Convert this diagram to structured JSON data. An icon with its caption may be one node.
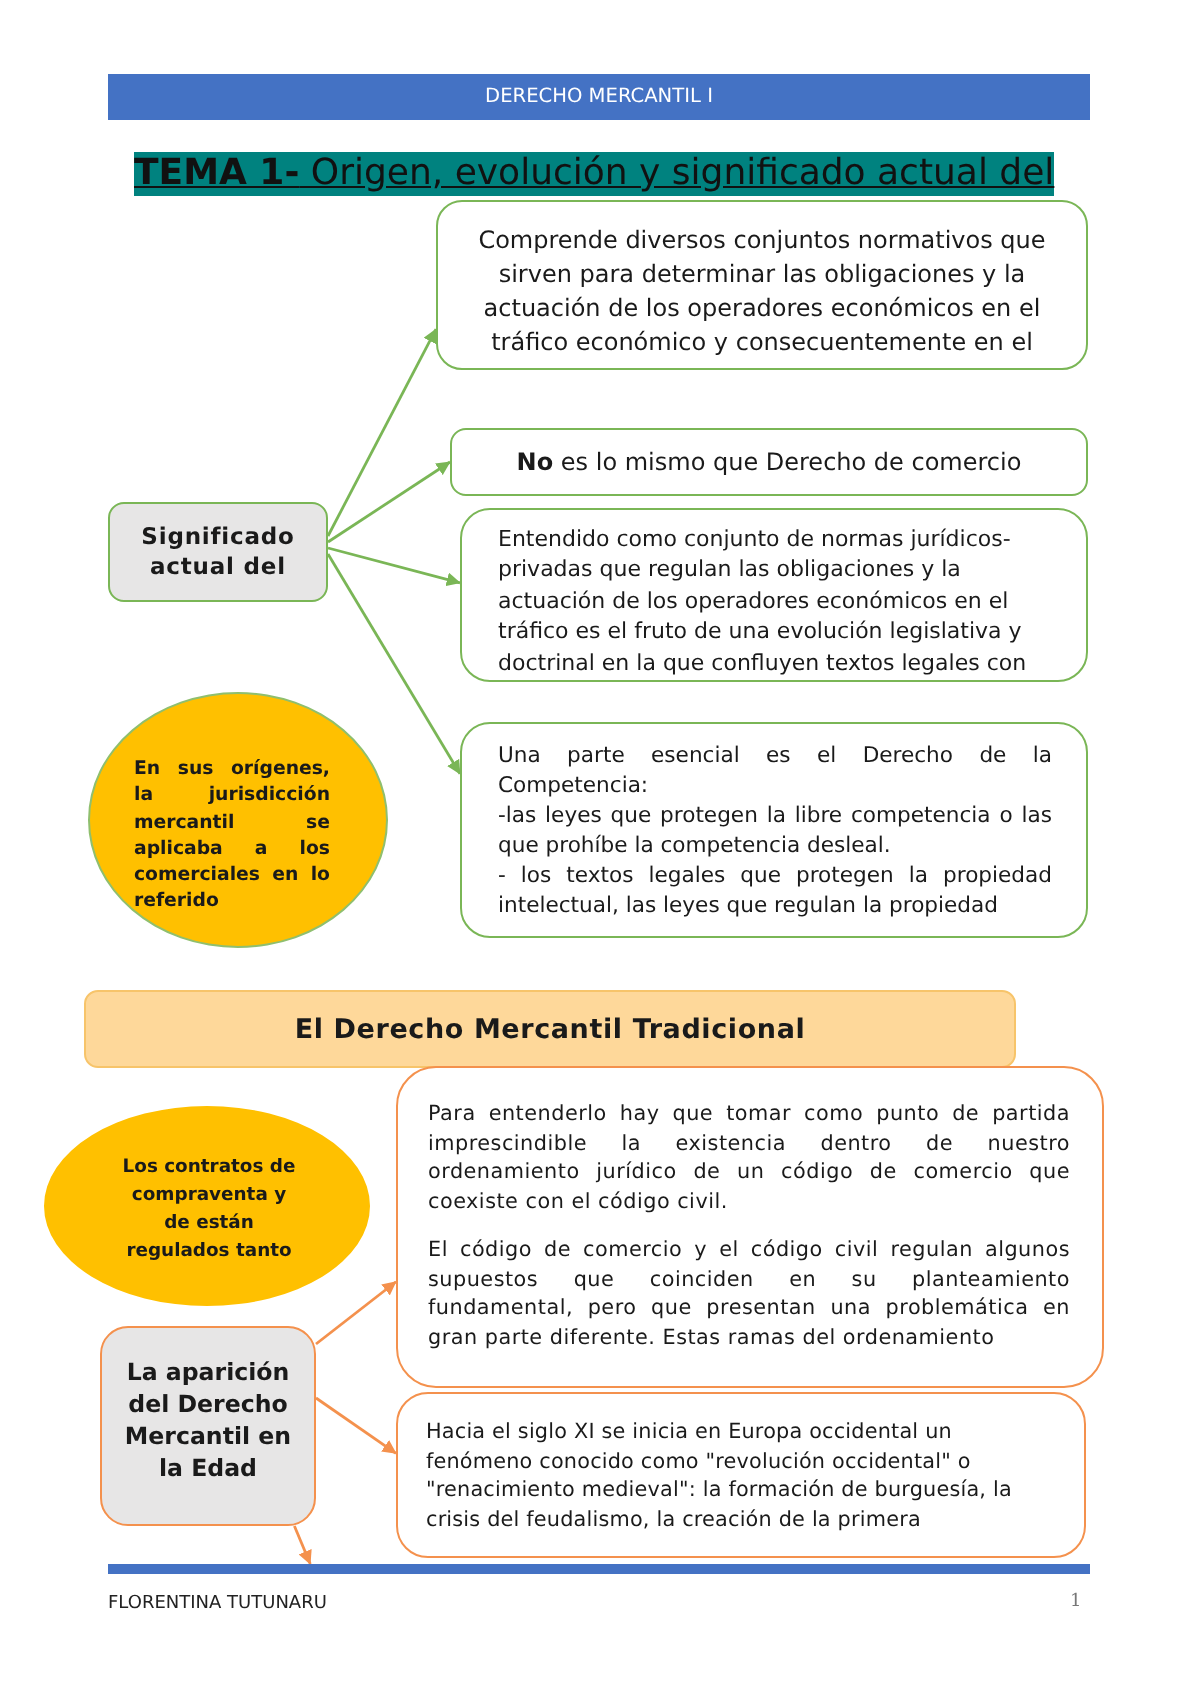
{
  "diagram": {
    "title": "**TEMA 1-** Origen, evolución y significado actual del",
    "nodes": [
      {
        "text": [
          "Significado actual del"
        ]
      },
      {
        "text": [
          "Comprende diversos conjuntos normativos que sirven para determinar las obligaciones y la actuación de los operadores económicos en el tráfico económico y consecuentemente en el"
        ]
      },
      {
        "text": [
          "**No** es lo mismo que Derecho de comercio"
        ]
      },
      {
        "text": [
          "Entendido como conjunto de normas jurídicos-privadas que regulan las obligaciones y la actuación de los operadores económicos en el tráfico es el fruto de una evolución legislativa y doctrinal en la que confluyen textos legales con"
        ]
      },
      {
        "text": [
          "Una parte esencial es el Derecho de la Competencia:",
          "-las leyes que protegen la libre competencia o las que prohíbe la competencia desleal.",
          "- los textos legales que protegen la propiedad intelectual, las leyes que regulan la propiedad"
        ]
      },
      {
        "text": [
          "En sus orígenes, la jurisdicción mercantil se aplicaba a los comerciales en lo referido"
        ]
      },
      {
        "text": [
          "El Derecho Mercantil Tradicional"
        ]
      },
      {
        "text": [
          "Los contratos de compraventa y de están regulados tanto"
        ]
      },
      {
        "text": [
          "La aparición del Derecho Mercantil en la Edad"
        ]
      },
      {
        "text": [
          "Para entenderlo hay que tomar como punto de partida imprescindible la existencia dentro de nuestro ordenamiento jurídico de un código de comercio que coexiste con el código civil.",
          "El código de comercio y el código civil regulan algunos supuestos que coinciden en su planteamiento fundamental, pero que presentan una problemática en gran parte diferente. Estas ramas del ordenamiento"
        ]
      },
      {
        "text": [
          "Hacia el siglo XI se inicia en Europa occidental un fenómeno conocido como \"revolución occidental\" o \"renacimiento medieval\": la formación de burguesía, la crisis del feudalismo, la creación de la primera"
        ]
      },
      {
        "text": [],
        "shape": "bar"
      }
    ],
    "edges": [
      {
        "from": 0,
        "to": 1,
        "arrow": "to"
      },
      {
        "from": 0,
        "to": 2,
        "arrow": "to"
      },
      {
        "from": 0,
        "to": 3,
        "arrow": "to"
      },
      {
        "from": 0,
        "to": 4,
        "arrow": "to"
      },
      {
        "from": 8,
        "to": 9,
        "arrow": "to",
        "color": "#f4914d"
      },
      {
        "from": 8,
        "to": 10,
        "arrow": "to",
        "color": "#f4914d"
      },
      {
        "from": 8,
        "to": 11,
        "arrow": "to",
        "color": "#f4914d"
      }
    ],
    "labels": [
      "DERECHO MERCANTIL I",
      "FLORENTINA TUTUNARU",
      "1"
    ]
  }
}
